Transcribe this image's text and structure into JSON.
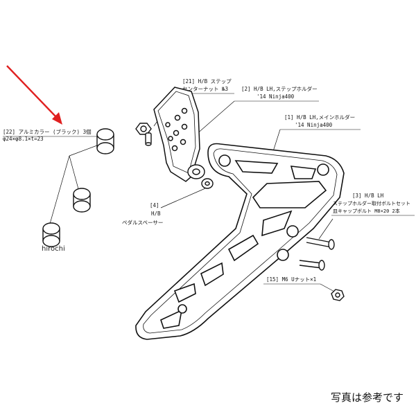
{
  "labels": {
    "p22": {
      "title": "[22] アルミカラー (ブラック) 3個",
      "dims": "φ24×φ8.1×t=23"
    },
    "p21": {
      "title": "[21] H/B ステップ",
      "sub": "センターナット №3"
    },
    "p2": {
      "title": "[2] H/B LH,ステップホルダー",
      "sub": "'14 Ninja400"
    },
    "p1": {
      "title": "[1]  H/B LH,メインホルダー",
      "sub": "'14 Ninja400"
    },
    "p4": {
      "num": "[4]",
      "hb": "H/B",
      "name": "ペダルスペーサー"
    },
    "p3": {
      "title": "[3]    H/B LH",
      "line2": "ステップホルダー取付ボルトセット",
      "line3": "皿キャップボルト M8×20 2本"
    },
    "p15": {
      "title": "[15] M6 Uナット×1"
    }
  },
  "watermark": "hirochi",
  "photo_note": "写真は参考です",
  "colors": {
    "arrow": "#e02020",
    "line": "#111111"
  }
}
